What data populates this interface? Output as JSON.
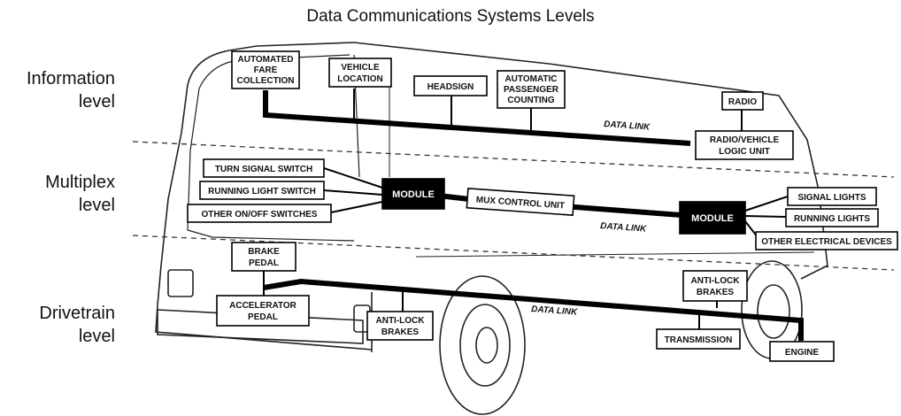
{
  "title": "Data Communications Systems Levels",
  "levels": {
    "information": [
      "Information",
      "level"
    ],
    "multiplex": [
      "Multiplex",
      "level"
    ],
    "drivetrain": [
      "Drivetrain",
      "level"
    ]
  },
  "information_boxes": {
    "fare_collection": [
      "AUTOMATED",
      "FARE",
      "COLLECTION"
    ],
    "vehicle_location": [
      "VEHICLE",
      "LOCATION"
    ],
    "headsign": "HEADSIGN",
    "passenger_counting": [
      "AUTOMATIC",
      "PASSENGER",
      "COUNTING"
    ],
    "radio": "RADIO",
    "logic_unit": [
      "RADIO/VEHICLE",
      "LOGIC UNIT"
    ]
  },
  "multiplex_boxes": {
    "turn_signal_switch": "TURN SIGNAL SWITCH",
    "running_light_switch": "RUNNING LIGHT SWITCH",
    "other_switches": "OTHER ON/OFF SWITCHES",
    "module_left": "MODULE",
    "mux_control_unit": "MUX CONTROL UNIT",
    "module_right": "MODULE",
    "signal_lights": "SIGNAL LIGHTS",
    "running_lights": "RUNNING LIGHTS",
    "other_devices": "OTHER ELECTRICAL DEVICES"
  },
  "drivetrain_boxes": {
    "brake_pedal": [
      "BRAKE",
      "PEDAL"
    ],
    "accelerator_pedal": [
      "ACCELERATOR",
      "PEDAL"
    ],
    "antilock_left": [
      "ANTI-LOCK",
      "BRAKES"
    ],
    "antilock_right": [
      "ANTI-LOCK",
      "BRAKES"
    ],
    "transmission": "TRANSMISSION",
    "engine": "ENGINE"
  },
  "data_link_labels": {
    "information": "DATA LINK",
    "multiplex": "DATA LINK",
    "drivetrain": "DATA LINK"
  }
}
